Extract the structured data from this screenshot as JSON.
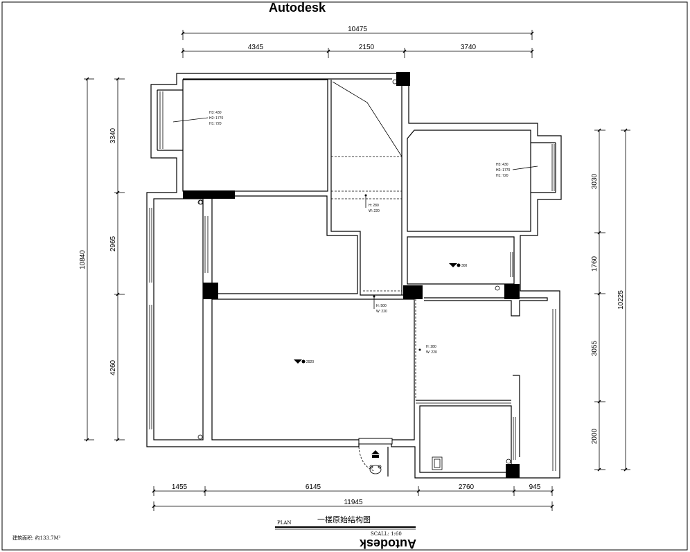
{
  "watermark_top": "Autodesk",
  "watermark_bottom": "Autodesk",
  "dimensions": {
    "top_total": "10475",
    "top_segments": [
      "4345",
      "2150",
      "3740"
    ],
    "bottom_segments": [
      "1455",
      "6145",
      "2760",
      "945"
    ],
    "bottom_total": "11945",
    "left_total": "10840",
    "left_segments": [
      "3340",
      "2965",
      "4260"
    ],
    "right_segments": [
      "3030",
      "1760",
      "3055",
      "2000"
    ],
    "right_total": "10225"
  },
  "window_labels": {
    "top_left_room": [
      "H3: 430",
      "H2: 1770",
      "H1: 720"
    ],
    "right_room": [
      "H3: 430",
      "H2: 1770",
      "H1: 720"
    ]
  },
  "opening_labels": {
    "hall_opening": [
      "H: 280",
      "W: 220"
    ],
    "living_opening": [
      "H: 500",
      "W: 220"
    ],
    "dining_opening": [
      "H: 280",
      "W: 220"
    ]
  },
  "level_marks": {
    "living": "2920",
    "kitchen": "300"
  },
  "title_block": {
    "plan_label": "PLAN",
    "title": "一楼原始结构图",
    "scale": "SCALL: 1:60"
  },
  "area_note": "建筑面积: 约133.7M²"
}
